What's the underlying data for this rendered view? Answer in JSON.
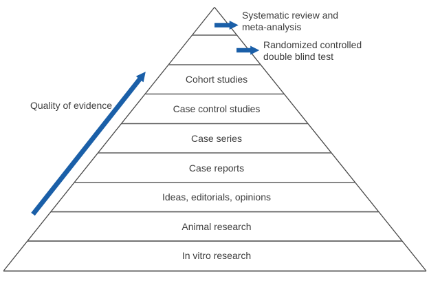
{
  "pyramid": {
    "axis_label": "Quality of evidence",
    "colors": {
      "arrow_blue": "#1a5fa8",
      "line_gray": "#5f5f5f",
      "outline_gray": "#474747",
      "text_gray": "#3c3c3c"
    },
    "levels": [
      {
        "rank": 1,
        "placement": "callout",
        "label": "Systematic review and\nmeta-analysis"
      },
      {
        "rank": 2,
        "placement": "callout",
        "label": "Randomized controlled\ndouble blind test"
      },
      {
        "rank": 3,
        "placement": "inside",
        "label": "Cohort studies"
      },
      {
        "rank": 4,
        "placement": "inside",
        "label": "Case control studies"
      },
      {
        "rank": 5,
        "placement": "inside",
        "label": "Case series"
      },
      {
        "rank": 6,
        "placement": "inside",
        "label": "Case reports"
      },
      {
        "rank": 7,
        "placement": "inside",
        "label": "Ideas, editorials, opinions"
      },
      {
        "rank": 8,
        "placement": "inside",
        "label": "Animal research"
      },
      {
        "rank": 9,
        "placement": "inside",
        "label": "In vitro research"
      }
    ]
  }
}
